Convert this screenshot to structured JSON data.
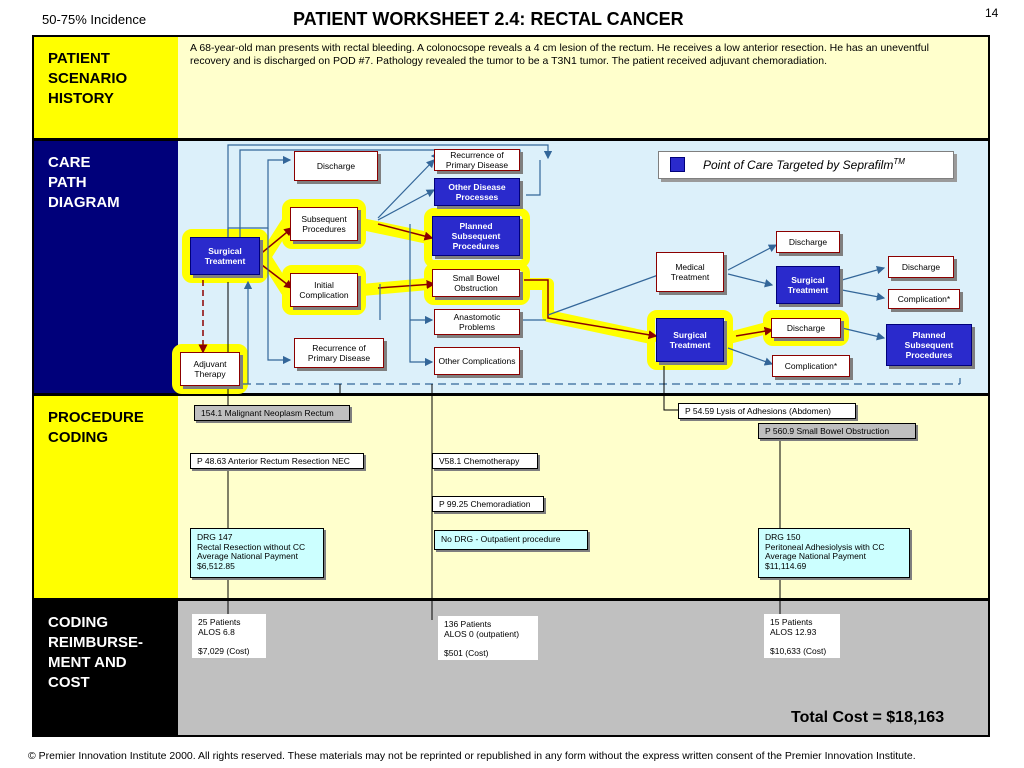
{
  "header": {
    "incidence": "50-75% Incidence",
    "title": "PATIENT WORKSHEET 2.4:  RECTAL CANCER",
    "page_number": "14"
  },
  "sections": {
    "history_label": "PATIENT\nSCENARIO\nHISTORY",
    "care_label": "CARE\nPATH\nDIAGRAM",
    "procedure_label": "PROCEDURE\nCODING",
    "cost_label": "CODING\nREIMBURSE-\nMENT AND\nCOST"
  },
  "scenario_text": "A 68-year-old man presents with rectal bleeding.  A colonocsope reveals a 4 cm lesion of the rectum.  He receives a low anterior resection. He has an uneventful recovery and is discharged on POD #7.  Pathology revealed the tumor to be a T3N1 tumor.  The patient received adjuvant chemoradiation.",
  "legend": {
    "text": "Point of Care Targeted by Seprafilm",
    "superscript": "TM",
    "color": "#2a2acc"
  },
  "nodes": {
    "surgical_treatment_1": "Surgical Treatment",
    "adjuvant_therapy": "Adjuvant Therapy",
    "discharge_1": "Discharge",
    "subsequent_procedures": "Subsequent Procedures",
    "initial_complication": "Initial Complication",
    "recurrence_2": "Recurrence of Primary Disease",
    "recurrence_1": "Recurrence of Primary Disease",
    "other_disease": "Other Disease Processes",
    "planned_subsequent_1": "Planned Subsequent Procedures",
    "small_bowel": "Small Bowel Obstruction",
    "anastomotic": "Anastomotic Problems",
    "other_complications": "Other Complications",
    "medical_treatment": "Medical Treatment",
    "surgical_treatment_2": "Surgical Treatment",
    "discharge_2": "Discharge",
    "discharge_3": "Discharge",
    "complication_1": "Complication*",
    "surgical_treatment_3": "Surgical Treatment",
    "discharge_4": "Discharge",
    "complication_2": "Complication*",
    "planned_subsequent_2": "Planned Subsequent Procedures"
  },
  "coding": {
    "icd_neoplasm": "154.1  Malignant Neoplasm Rectum",
    "p_resection": "P  48.63  Anterior Rectum Resection NEC",
    "v_chemo": "V58.1  Chemotherapy",
    "p_chemorad": "P  99.25 Chemoradiation",
    "p_lysis": "P 54.59 Lysis of Adhesions (Abdomen)",
    "p_sbo": "P 560.9   Small Bowel Obstruction",
    "drg_147": "DRG 147\nRectal Resection without CC\nAverage  National Payment\n$6,512.85",
    "no_drg": "No DRG - Outpatient procedure",
    "drg_150": "DRG 150\nPeritoneal Adhesiolysis  with  CC\nAverage  National Payment\n$11,114.69"
  },
  "costs": {
    "col1": "25 Patients\nALOS 6.8\n\n$7,029   (Cost)",
    "col2": "136 Patients\nALOS 0 (outpatient)\n\n$501  (Cost)",
    "col3": "15 Patients\nALOS 12.93\n\n$10,633  (Cost)",
    "total": "Total Cost = $18,163"
  },
  "footer": "© Premier Innovation Institute 2000.  All rights reserved. These materials may not be reprinted or republished in any form without the express written consent of the Premier Innovation Institute.",
  "colors": {
    "yellow": "#ffff00",
    "navy": "#00007a",
    "blue_node": "#2a2acc",
    "drg_fill": "#ccffff",
    "arrow_blue": "#336699",
    "arrow_red": "#8b0000",
    "care_bg": "#dcf0fa"
  }
}
